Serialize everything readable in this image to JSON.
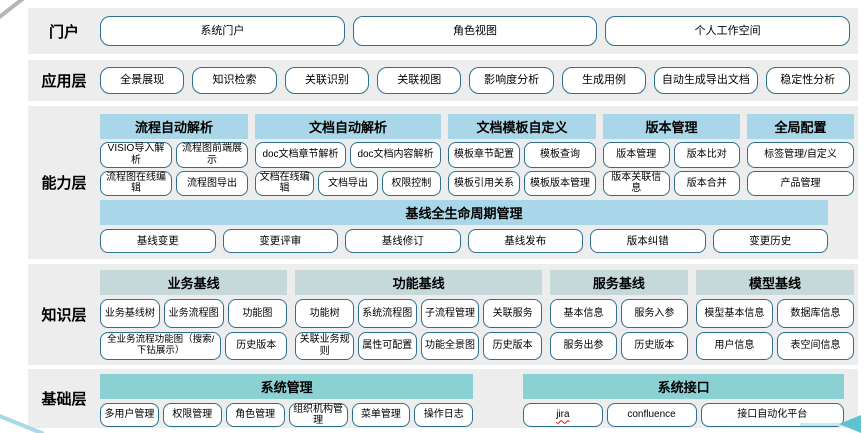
{
  "colors": {
    "band_background": "#ededed",
    "capability_header": "#a9d6e8",
    "knowledge_header": "#c5d8da",
    "foundation_header": "#8bd1d4",
    "button_border": "#2e6f8e",
    "arrow_accent": "#5ec3cd",
    "spellcheck_underline": "#ff0000"
  },
  "portal": {
    "label": "门户",
    "buttons": [
      "系统门户",
      "角色视图",
      "个人工作空间"
    ]
  },
  "application": {
    "label": "应用层",
    "buttons": [
      "全景展现",
      "知识检索",
      "关联识别",
      "关联视图",
      "影响度分析",
      "生成用例",
      "自动生成导出文档",
      "稳定性分析"
    ]
  },
  "capability": {
    "label": "能力层",
    "groups": [
      {
        "title": "流程自动解析",
        "row1": [
          "VISIO导入解析",
          "流程图前端展示"
        ],
        "row2": [
          "流程图在线编辑",
          "流程图导出"
        ]
      },
      {
        "title": "文档自动解析",
        "row1": [
          "doc文档章节解析",
          "doc文档内容解析"
        ],
        "row2": [
          "文档在线编辑",
          "文档导出",
          "权限控制"
        ]
      },
      {
        "title": "文档模板自定义",
        "row1": [
          "模板章节配置",
          "模板查询"
        ],
        "row2": [
          "模板引用关系",
          "模板版本管理"
        ]
      },
      {
        "title": "版本管理",
        "row1": [
          "版本管理",
          "版本比对"
        ],
        "row2": [
          "版本关联信息",
          "版本合并"
        ]
      },
      {
        "title": "全局配置",
        "row1": [
          "标签管理/自定义"
        ],
        "row2": [
          "产品管理"
        ]
      }
    ],
    "baseline": {
      "title": "基线全生命周期管理",
      "buttons": [
        "基线变更",
        "变更评审",
        "基线修订",
        "基线发布",
        "版本纠错",
        "变更历史"
      ]
    }
  },
  "knowledge": {
    "label": "知识层",
    "groups": [
      {
        "title": "业务基线",
        "row1": [
          "业务基线树",
          "业务流程图",
          "功能图"
        ],
        "row2": [
          "全业务流程功能图（搜索/下钻展示）",
          "历史版本"
        ]
      },
      {
        "title": "功能基线",
        "row1": [
          "功能树",
          "系统流程图",
          "子流程管理",
          "关联服务"
        ],
        "row2": [
          "关联业务规则",
          "属性可配置",
          "功能全景图",
          "历史版本"
        ]
      },
      {
        "title": "服务基线",
        "row1": [
          "基本信息",
          "服务入参"
        ],
        "row2": [
          "服务出参",
          "历史版本"
        ]
      },
      {
        "title": "模型基线",
        "row1": [
          "模型基本信息",
          "数据库信息"
        ],
        "row2": [
          "用户信息",
          "表空间信息"
        ]
      }
    ]
  },
  "foundation": {
    "label": "基础层",
    "groups": [
      {
        "title": "系统管理",
        "buttons": [
          "多用户管理",
          "权限管理",
          "角色管理",
          "组织机构管理",
          "菜单管理",
          "操作日志"
        ]
      },
      {
        "title": "系统接口",
        "buttons": [
          "jira",
          "confluence",
          "接口自动化平台"
        ]
      }
    ]
  }
}
